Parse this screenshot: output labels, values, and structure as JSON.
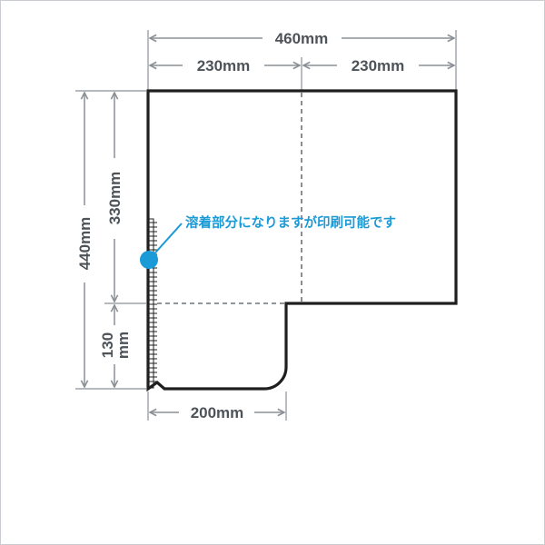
{
  "dimensions": {
    "total_width": "460mm",
    "left_width": "230mm",
    "right_width": "230mm",
    "total_height": "440mm",
    "upper_height": "330mm",
    "lower_height_line1": "130",
    "lower_height_line2": "mm",
    "bottom_width": "200mm"
  },
  "annotation": {
    "text": "溶着部分になりますが印刷可能です"
  },
  "colors": {
    "outline": "#1f1f1f",
    "dimension": "#8a9096",
    "annotation": "#1a9ad6",
    "frame_border": "#c9ccd0"
  }
}
